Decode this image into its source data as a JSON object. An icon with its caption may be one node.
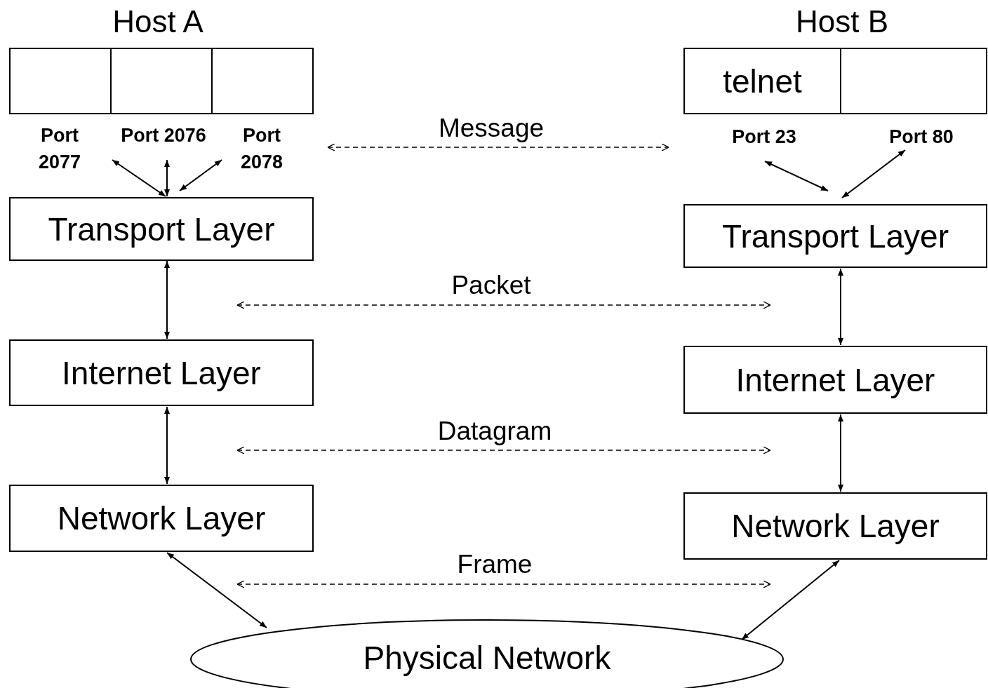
{
  "diagram": {
    "nodes": [
      {
        "text": [],
        "shape": "box"
      },
      {
        "text": [],
        "shape": "box"
      },
      {
        "text": [],
        "shape": "box"
      },
      {
        "text": [
          "Port 2077"
        ]
      },
      {
        "text": [
          "Port 2076"
        ]
      },
      {
        "text": [
          "Port 2078"
        ]
      },
      {
        "text": [
          "Transport Layer"
        ]
      },
      {
        "text": [
          "Internet Layer"
        ]
      },
      {
        "text": [
          "Network Layer"
        ]
      },
      {
        "text": [
          "telnet"
        ]
      },
      {
        "text": [],
        "shape": "box"
      },
      {
        "text": [
          "Port 23"
        ]
      },
      {
        "text": [
          "Port 80"
        ]
      },
      {
        "text": [
          "Transport Layer"
        ]
      },
      {
        "text": [
          "Internet Layer"
        ]
      },
      {
        "text": [
          "Network Layer"
        ]
      },
      {
        "text": [
          "Physical Network"
        ]
      }
    ],
    "edges": [
      {
        "from": 3,
        "to": 6,
        "arrow": "both"
      },
      {
        "from": 4,
        "to": 6,
        "arrow": "both"
      },
      {
        "from": 5,
        "to": 6,
        "arrow": "both"
      },
      {
        "from": 6,
        "to": 7,
        "arrow": "both"
      },
      {
        "from": 7,
        "to": 8,
        "arrow": "both"
      },
      {
        "from": 8,
        "to": 16,
        "arrow": "both"
      },
      {
        "from": 11,
        "to": 13,
        "arrow": "both"
      },
      {
        "from": 12,
        "to": 13,
        "arrow": "both"
      },
      {
        "from": 13,
        "to": 14,
        "arrow": "both"
      },
      {
        "from": 14,
        "to": 15,
        "arrow": "both"
      },
      {
        "from": 15,
        "to": 16,
        "arrow": "both"
      }
    ],
    "labels": [
      "Host A",
      "Host B",
      "Message",
      "Packet",
      "Datagram",
      "Frame"
    ]
  }
}
